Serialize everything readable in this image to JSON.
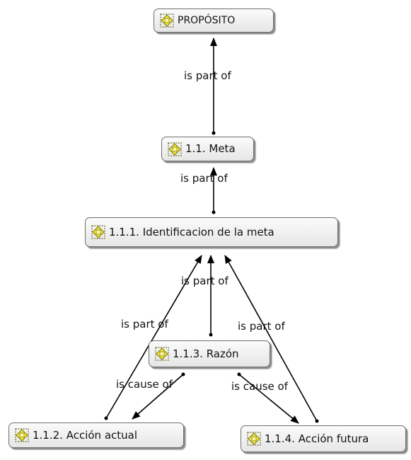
{
  "nodes": {
    "proposito": {
      "label": "PROPÓSITO",
      "icon": "quotation-node-icon"
    },
    "meta": {
      "label": "1.1. Meta",
      "icon": "quotation-node-icon"
    },
    "identificacion": {
      "label": "1.1.1. Identificacion de la meta",
      "icon": "quotation-node-icon"
    },
    "razon": {
      "label": "1.1.3. Razón",
      "icon": "quotation-node-icon"
    },
    "accion_actual": {
      "label": "1.1.2. Acción actual",
      "icon": "quotation-node-icon"
    },
    "accion_futura": {
      "label": "1.1.4. Acción futura",
      "icon": "quotation-node-icon"
    }
  },
  "edges": [
    {
      "from": "meta",
      "to": "proposito",
      "label": "is part of"
    },
    {
      "from": "identificacion",
      "to": "meta",
      "label": "is part of"
    },
    {
      "from": "razon",
      "to": "identificacion",
      "label": "is part of"
    },
    {
      "from": "accion_actual",
      "to": "identificacion",
      "label": "is part of"
    },
    {
      "from": "accion_futura",
      "to": "identificacion",
      "label": "is part of"
    },
    {
      "from": "razon",
      "to": "accion_actual",
      "label": "is cause of"
    },
    {
      "from": "razon",
      "to": "accion_futura",
      "label": "is cause of"
    }
  ],
  "colors": {
    "node_fill_top": "#fbfbfb",
    "node_fill_bottom": "#e6e6e6",
    "node_border": "#6f6f6f",
    "icon_yellow": "#f5e82a",
    "edge": "#000000"
  }
}
